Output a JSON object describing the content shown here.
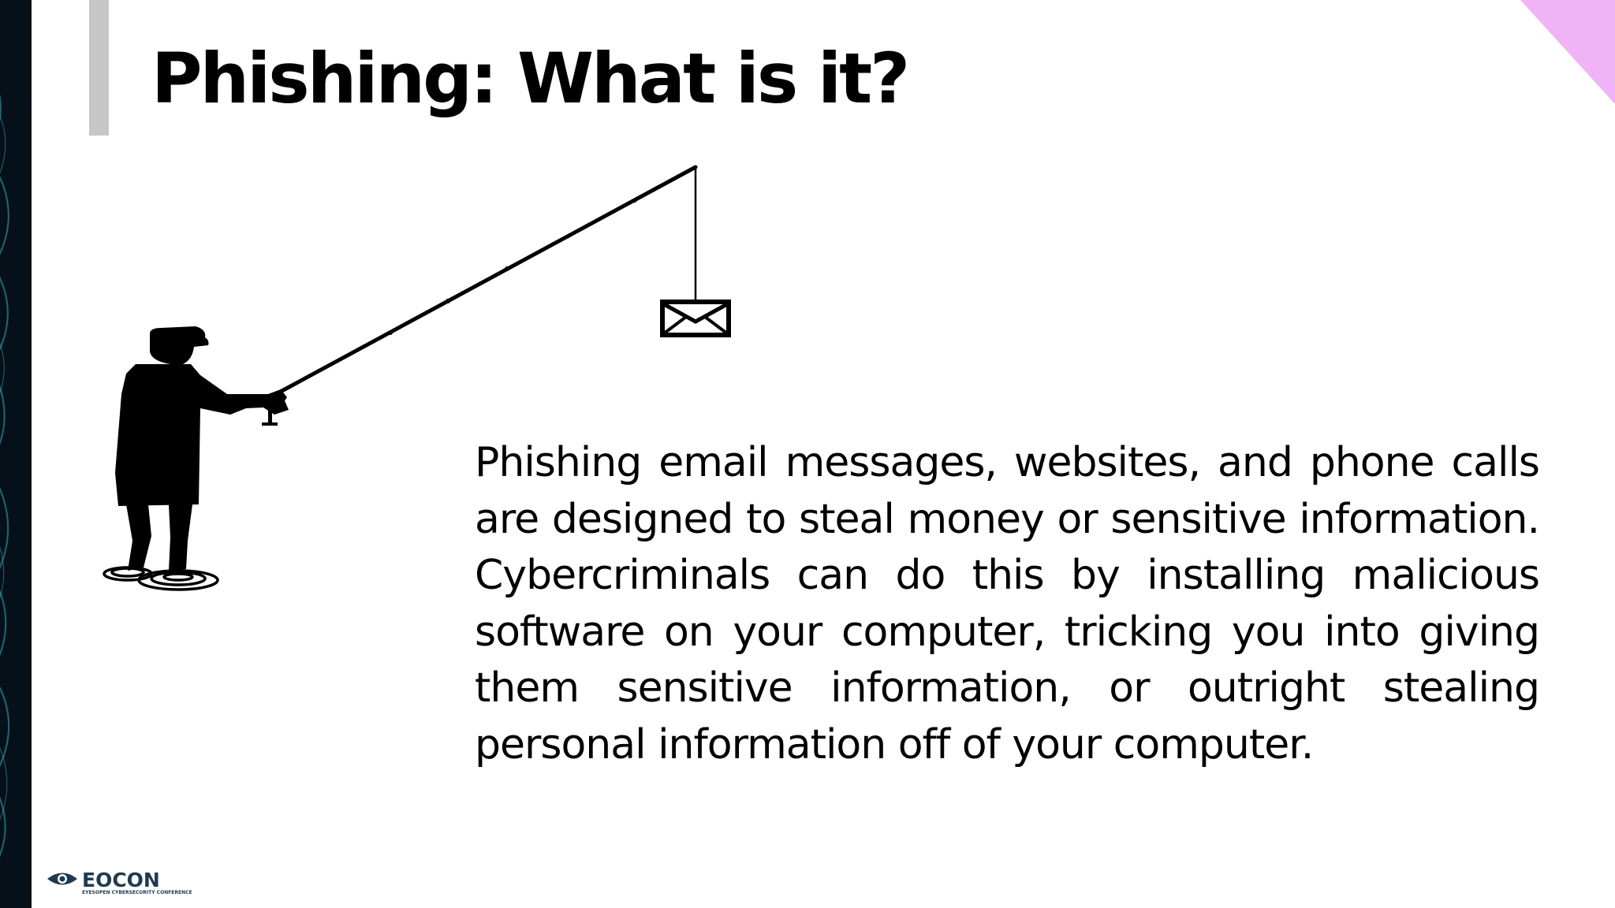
{
  "slide": {
    "title": "Phishing: What is it?",
    "body": "Phishing email messages, websites, and phone calls are designed to steal money or sensitive information. Cybercriminals can do this by installing malicious software on your computer, tricking you into giving them sensitive information, or outright stealing personal information off of your computer."
  },
  "illustration": {
    "figure": "fisherman-silhouette",
    "bait": "envelope-icon"
  },
  "logo": {
    "name": "EOCON",
    "subtitle": "EYESOPEN CYBERSECURITY CONFERENCE",
    "icon": "eye-icon"
  },
  "colors": {
    "accent_corner": "#f0b3f5",
    "title_bar": "#c6c6c6",
    "left_strip": "#061018",
    "logo": "#1e3a50",
    "text": "#000000"
  }
}
